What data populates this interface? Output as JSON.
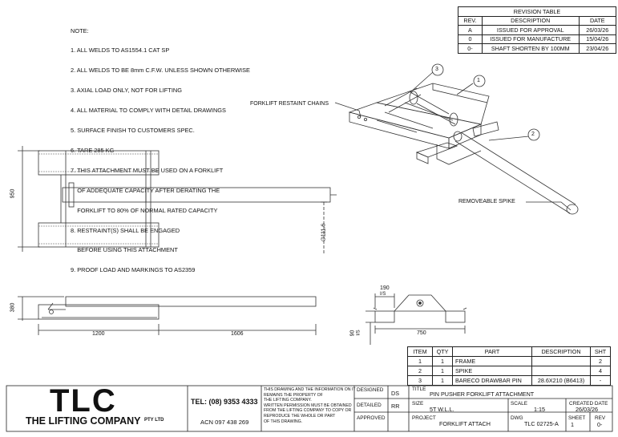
{
  "notes": {
    "heading": "NOTE:",
    "lines": [
      "1. ALL WELDS TO AS1554.1 CAT SP",
      "2. ALL WELDS TO BE 8mm C.F.W. UNLESS SHOWN OTHERWISE",
      "3. AXIAL LOAD ONLY, NOT FOR LIFTING",
      "4. ALL MATERIAL TO COMPLY WITH DETAIL DRAWINGS",
      "5. SURFACE FINISH TO CUSTOMERS SPEC.",
      "6. TARE 285 KG",
      "7. THIS ATTACHMENT MUST BE USED ON A FORKLIFT",
      "    OF ADDEQUATE CAPACITY AFTER DERATING THE",
      "    FORKLIFT TO 80% OF NORMAL RATED CAPACITY",
      "8. RESTRAINT(S) SHALL BE ENGAGED",
      "    BEFORE USING THIS ATTACHMENT",
      "9. PROOF LOAD AND MARKINGS TO AS2359"
    ]
  },
  "revision_table": {
    "title": "REVISION TABLE",
    "headers": [
      "REV.",
      "DESCRIPTION",
      "DATE"
    ],
    "rows": [
      [
        "A",
        "ISSUED FOR APPROVAL",
        "26/03/26"
      ],
      [
        "0",
        "ISSUED FOR MANUFACTURE",
        "15/04/26"
      ],
      [
        "0-",
        "SHAFT SHORTEN BY 100MM",
        "23/04/26"
      ]
    ]
  },
  "callouts": {
    "chains": "FORKLIFT RESTAINT CHAINS",
    "spike": "REMOVEABLE SPIKE",
    "balloon1": "1",
    "balloon2": "2",
    "balloon3": "3"
  },
  "dimensions": {
    "width_950": "950",
    "dia": "∅111.6",
    "height_380": "380",
    "len_1200": "1200",
    "len_1606": "1606",
    "d190": "190",
    "d190_sub": "I/S",
    "d90": "90",
    "d90_sub": "I/S",
    "d750": "750"
  },
  "parts_table": {
    "headers": [
      "ITEM",
      "QTY",
      "PART",
      "DESCRIPTION",
      "SHT"
    ],
    "rows": [
      [
        "1",
        "1",
        "FRAME",
        "",
        "2"
      ],
      [
        "2",
        "1",
        "SPIKE",
        "",
        "4"
      ],
      [
        "3",
        "1",
        "BARECO DRAWBAR PIN",
        "28.6X210 (B6413)",
        "-"
      ]
    ]
  },
  "title_block": {
    "logo": "TLC",
    "company": "THE LIFTING COMPANY",
    "pty": "PTY LTD",
    "tel": "TEL: (08) 9353 4333",
    "acn": "ACN 097 438 269",
    "disclaimer": [
      "THIS DRAWING AND THE INFORMATION ON IT",
      "REMAINS THE PROPERTY OF",
      "THE LIFTING COMPANY.",
      "WRITTEN PERMISSION MUST BE OBTAINED",
      "FROM THE LIFTING COMPANY TO COPY OR",
      "REPRODUCE THE WHOLE OR PART",
      "OF THIS DRAWING."
    ],
    "designed_label": "DESIGNED",
    "designed": "DS",
    "detailed_label": "DETAILED",
    "detailed": "RR",
    "approved_label": "APPROVED",
    "title_label": "TITLE",
    "title": "PIN PUSHER FORKLIFT ATTACHMENT",
    "size_label": "SIZE",
    "wll": "5T W.L.L.",
    "scale_label": "SCALE",
    "scale": "1:15",
    "created_label": "CREATED DATE",
    "created": "26/03/26",
    "project_label": "PROJECT",
    "project": "FORKLIFT ATTACH",
    "dwg_label": "DWG",
    "dwg": "TLC 02725-A",
    "sheet_label": "SHEET",
    "sheet": "1",
    "rev_label": "REV",
    "rev": "0-"
  }
}
